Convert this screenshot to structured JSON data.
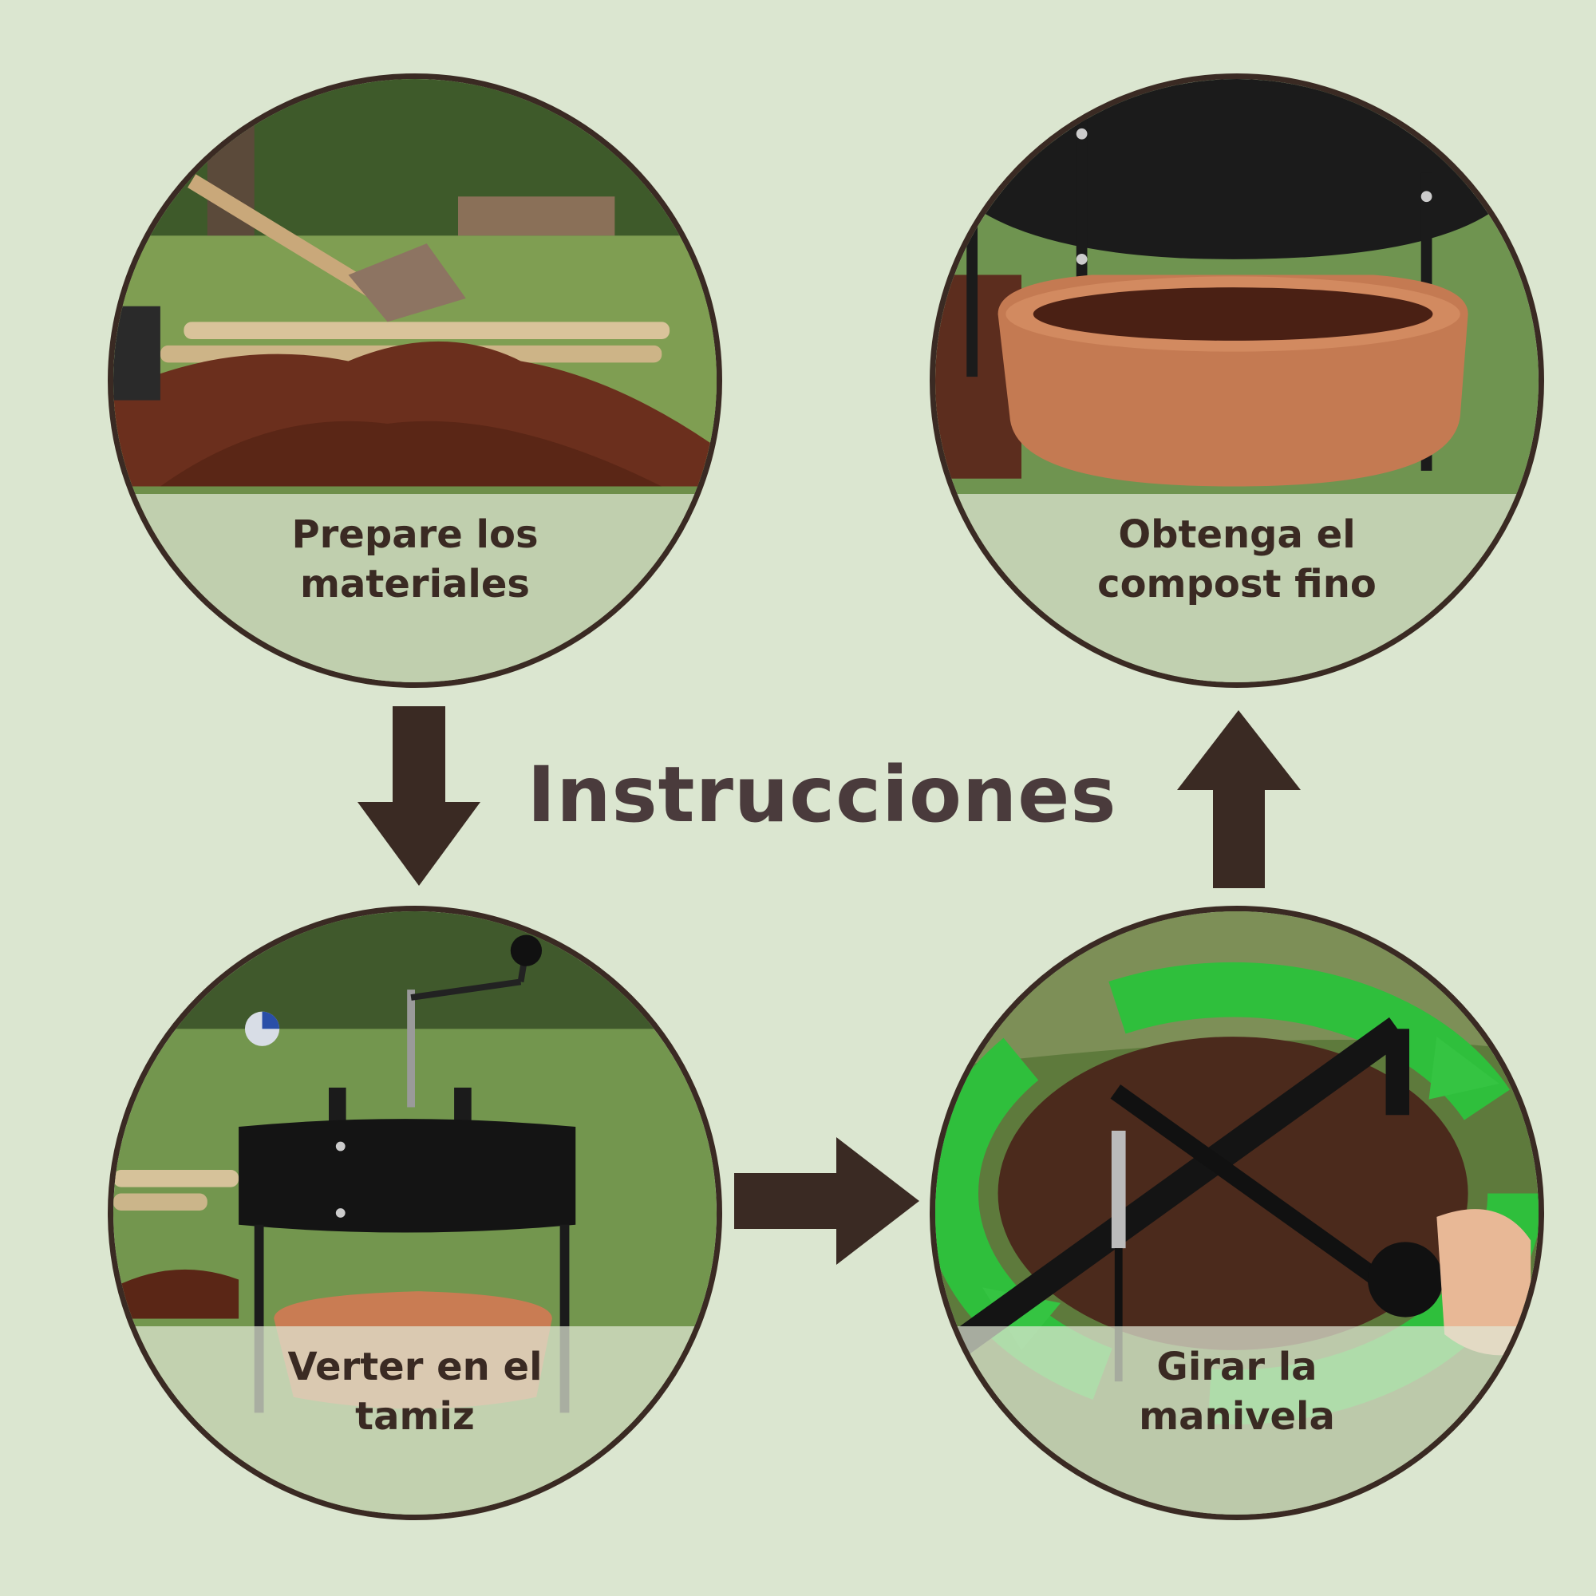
{
  "title": "Instrucciones",
  "colors": {
    "background": "#dbe6d0",
    "dark_brown": "#3a2a23",
    "title_text": "#4a3b3c",
    "recycle_green": "#2fbf3c"
  },
  "steps": [
    {
      "line1": "Prepare los",
      "line2": "materiales"
    },
    {
      "line1": "Obtenga el",
      "line2": "compost fino"
    },
    {
      "line1": "Verter en el",
      "line2": "tamiz"
    },
    {
      "line1": "Girar la",
      "line2": "manivela"
    }
  ],
  "arrows": [
    "arrow-down-icon",
    "arrow-right-icon",
    "arrow-up-icon"
  ]
}
